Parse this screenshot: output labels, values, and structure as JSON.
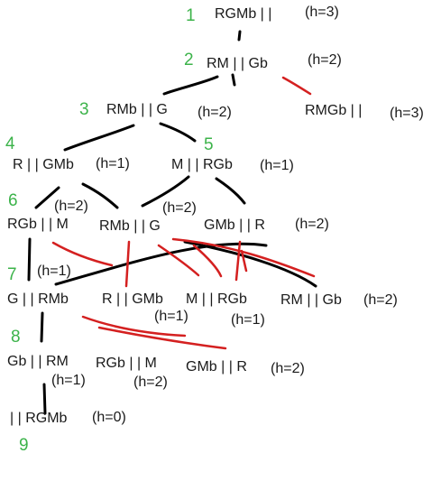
{
  "colors": {
    "text": "#1a1a1a",
    "step": "#3cb34a",
    "black_stroke": "#000000",
    "red_stroke": "#d42020"
  },
  "steps": [
    "1",
    "2",
    "3",
    "4",
    "5",
    "6",
    "7",
    "8",
    "9"
  ],
  "nodes": {
    "n1_state": "RGMb | |",
    "n1_h": "(h=3)",
    "n2_state": "RM | | Gb",
    "n2_h": "(h=2)",
    "n3_state": "RMb | | G",
    "n3_h": "(h=2)",
    "n3b_state": "RMGb | |",
    "n3b_h": "(h=3)",
    "n4_state": "R | | GMb",
    "n4_h": "(h=1)",
    "n5_state": "M | | RGb",
    "n5_h": "(h=1)",
    "n6a_state": "RGb | | M",
    "n6a_h": "(h=2)",
    "n6b_state": "RMb | | G",
    "n6b_h": "(h=2)",
    "n6c_state": "GMb | | R",
    "n6c_h": "(h=2)",
    "n7a_state": "G | | RMb",
    "n7a_h": "(h=1)",
    "n7b_state": "R | | GMb",
    "n7b_h": "(h=1)",
    "n7c_state": "M | | RGb",
    "n7c_h": "(h=1)",
    "n7d_state": "RM | | Gb",
    "n7d_h": "(h=2)",
    "n8a_state": "Gb | | RM",
    "n8a_h": "(h=1)",
    "n8b_state": "RGb | | M",
    "n8b_h": "(h=2)",
    "n8c_state": "GMb | | R",
    "n8c_h": "(h=2)",
    "n9_state": "| | RGMb",
    "n9_h": "(h=0)"
  }
}
